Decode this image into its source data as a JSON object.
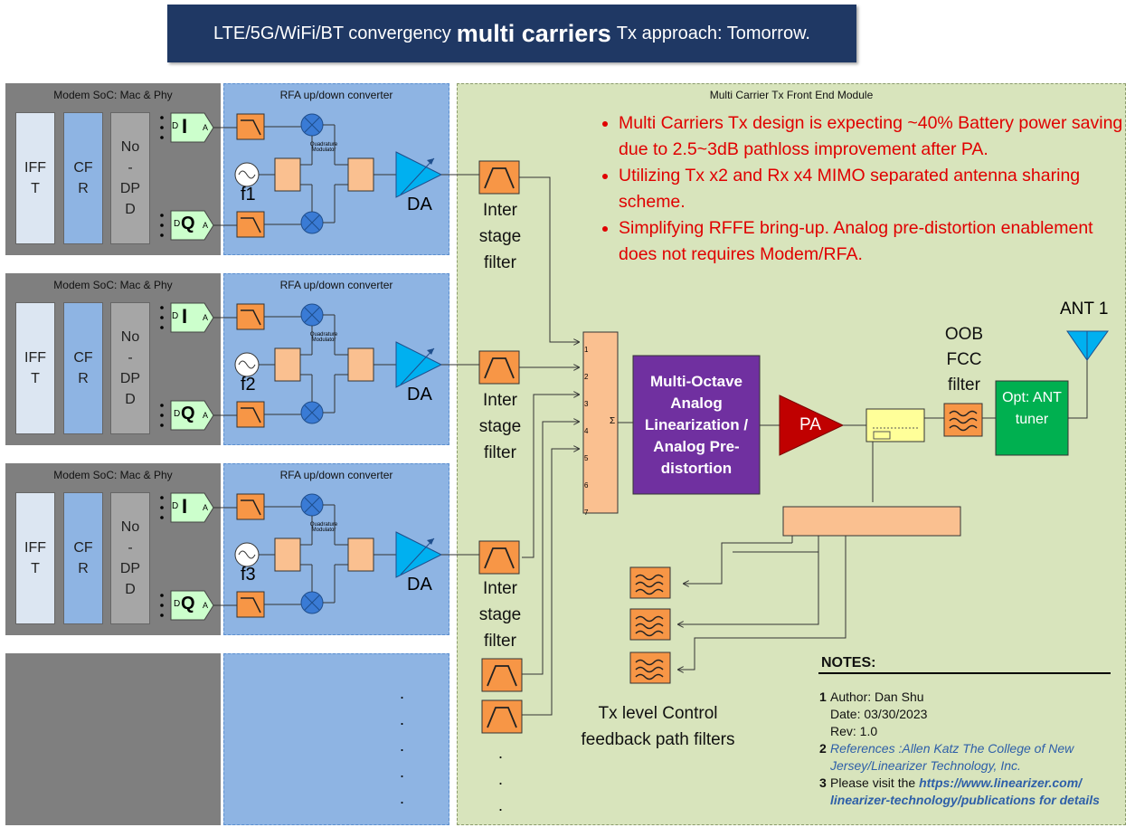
{
  "title": {
    "prefix": "LTE/5G/WiFi/BT convergency",
    "emphasis": "multi carriers",
    "suffix": "Tx approach: Tomorrow."
  },
  "labels": {
    "modem_header": "Modem SoC: Mac & Phy",
    "rfa_header": "RFA up/down converter",
    "fem_header": "Multi Carrier Tx Front End Module",
    "ifft": "IFF T",
    "cfr": "CF R",
    "nodpd": "No - DP D",
    "dac_i": "I",
    "dac_q": "Q",
    "dac_d": "D",
    "dac_a": "A",
    "da": "DA",
    "inter_stage": "Inter stage filter",
    "quadrature": "Quadrature Modulator",
    "pa": "PA",
    "oob": "OOB FCC filter",
    "ant": "ANT 1",
    "tuner": "Opt: ANT tuner",
    "linearization": "Multi-Octave Analog Linearization / Analog Pre-distortion",
    "feedback": "Tx level Control feedback path filters",
    "dots": "."
  },
  "lo_labels": [
    "f1",
    "f2",
    "f3"
  ],
  "bullets": [
    "Multi Carriers Tx design is expecting ~40% Battery power saving due to 2.5~3dB pathloss improvement after PA.",
    "Utilizing Tx x2 and Rx x4 MIMO separated antenna sharing scheme.",
    "Simplifying RFFE bring-up. Analog pre-distortion enablement does not requires Modem/RFA."
  ],
  "combiner_ports": [
    "1",
    "2",
    "3",
    "4",
    "5",
    "6",
    "7"
  ],
  "combiner_sum": "Σ",
  "notes": {
    "heading": "NOTES:",
    "n1": "1",
    "n1_line1": "Author: Dan Shu",
    "n1_line2": "Date: 03/30/2023",
    "n1_line3": "Rev: 1.0",
    "n2": "2",
    "n2_text": "References :Allen Katz  The College of New Jersey/Linearizer Technology, Inc.",
    "n3": "3",
    "n3_prefix": "Please visit the ",
    "n3_link": "https://www.linearizer.com/ linearizer-technology/publications for details"
  },
  "colors": {
    "title_bg": "#1f3864",
    "bullet": "#e00000",
    "pa": "#c00000",
    "tuner": "#00b050",
    "lin": "#7030a0",
    "filter": "#f79646",
    "da": "#00b0f0"
  }
}
